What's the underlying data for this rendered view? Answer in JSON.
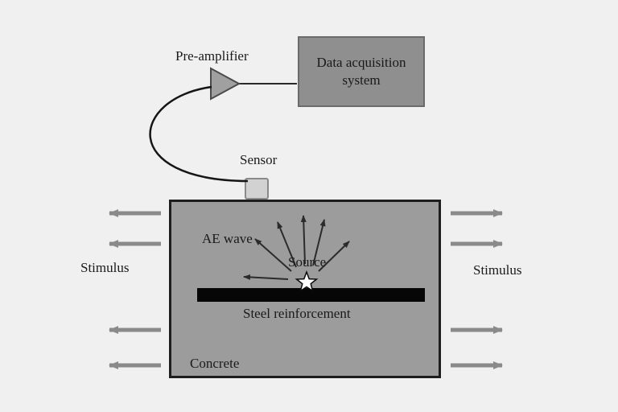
{
  "diagram": {
    "title_semantic": "Acoustic emission monitoring setup for reinforced concrete",
    "preamplifier_label": "Pre-amplifier",
    "daq_label_line1": "Data acquisition",
    "daq_label_line2": "system",
    "sensor_label": "Sensor",
    "ae_wave_label": "AE wave",
    "source_label": "Source",
    "steel_label": "Steel reinforcement",
    "concrete_label": "Concrete",
    "stimulus_left_label": "Stimulus",
    "stimulus_right_label": "Stimulus"
  },
  "colors": {
    "background": "#f0f0f0",
    "concrete_fill": "#9c9c9c",
    "daq_fill": "#8f8f8f",
    "sensor_fill": "#d2d2d2",
    "steel_fill": "#060606",
    "stimulus_arrow": "#8a8a8a",
    "ae_arrow": "#2b2b2b",
    "cable": "#161616"
  }
}
